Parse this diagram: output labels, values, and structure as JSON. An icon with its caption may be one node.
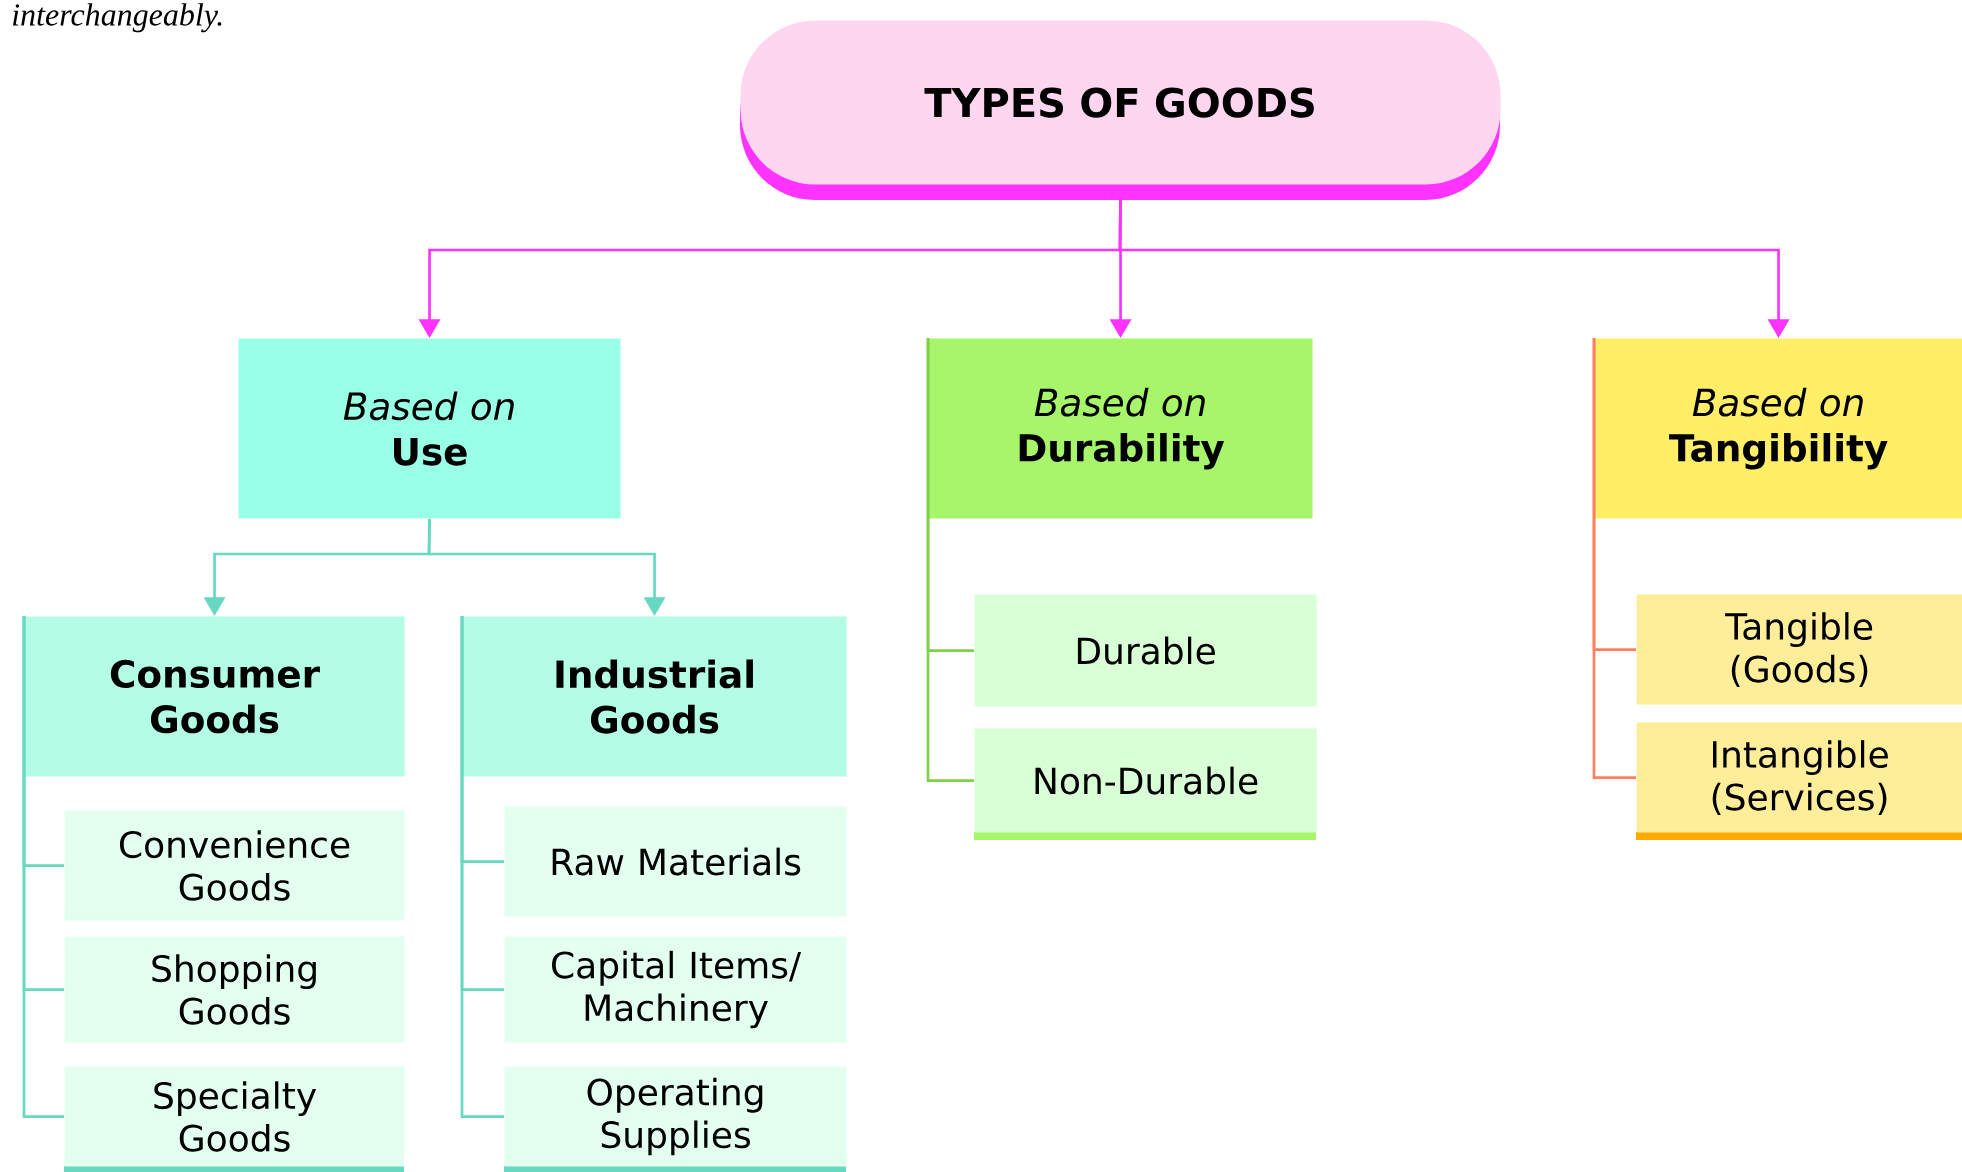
{
  "diagram": {
    "nodes": [
      {
        "text": [
          "TYPES OF GOODS"
        ]
      },
      {
        "text": [
          "Based on",
          "Use"
        ]
      },
      {
        "text": [
          "Based on",
          "Durability"
        ]
      },
      {
        "text": [
          "Based on",
          "Tangibility"
        ]
      },
      {
        "text": [
          "Consumer Goods"
        ]
      },
      {
        "text": [
          "Industrial Goods"
        ]
      },
      {
        "text": [
          "Convenience Goods"
        ]
      },
      {
        "text": [
          "Shopping Goods"
        ]
      },
      {
        "text": [
          "Specialty Goods"
        ]
      },
      {
        "text": [
          "Raw Materials"
        ]
      },
      {
        "text": [
          "Capital Items/ Machinery"
        ]
      },
      {
        "text": [
          "Operating Supplies"
        ]
      },
      {
        "text": [
          "Durable"
        ]
      },
      {
        "text": [
          "Non-Durable"
        ]
      },
      {
        "text": [
          "Tangible (Goods)"
        ]
      },
      {
        "text": [
          "Intangible (Services)"
        ]
      }
    ],
    "edges": [
      {
        "from": 0,
        "to": 1,
        "arrow": "to",
        "color": "#ff33ff"
      },
      {
        "from": 0,
        "to": 2,
        "arrow": "to",
        "color": "#ff33ff"
      },
      {
        "from": 0,
        "to": 3,
        "arrow": "to",
        "color": "#ff33ff"
      },
      {
        "from": 1,
        "to": 4,
        "arrow": "to"
      },
      {
        "from": 1,
        "to": 5,
        "arrow": "to"
      },
      {
        "from": 4,
        "to": 6,
        "arrow": "none"
      },
      {
        "from": 4,
        "to": 7,
        "arrow": "none"
      },
      {
        "from": 4,
        "to": 8,
        "arrow": "none"
      },
      {
        "from": 5,
        "to": 9,
        "arrow": "none"
      },
      {
        "from": 5,
        "to": 10,
        "arrow": "none"
      },
      {
        "from": 5,
        "to": 11,
        "arrow": "none"
      },
      {
        "from": 2,
        "to": 12,
        "arrow": "none",
        "color": "#7fd04a"
      },
      {
        "from": 2,
        "to": 13,
        "arrow": "none",
        "color": "#7fd04a"
      },
      {
        "from": 3,
        "to": 14,
        "arrow": "none",
        "color": "#ff8060"
      },
      {
        "from": 3,
        "to": 15,
        "arrow": "none",
        "color": "#ff8060"
      }
    ],
    "labels": [
      "interchangeably."
    ]
  }
}
